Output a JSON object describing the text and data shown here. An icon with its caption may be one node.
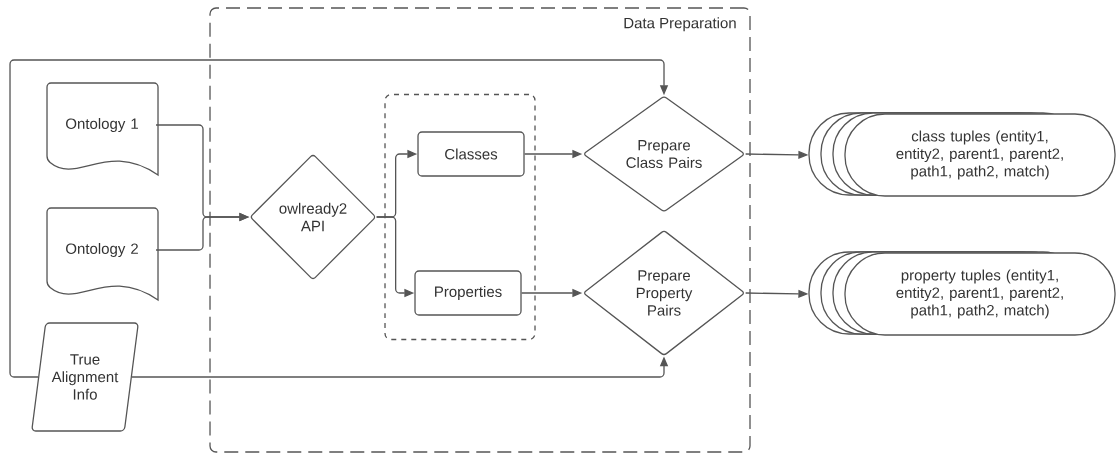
{
  "diagram": {
    "nodes": [
      {
        "text": [
          "Data Preparation"
        ]
      },
      {
        "text": [
          "Ontology 1"
        ]
      },
      {
        "text": [
          "Ontology 2"
        ]
      },
      {
        "text": [
          "True Alignment Info"
        ]
      },
      {
        "text": [
          "owlready2 API"
        ],
        "in": 0
      },
      {
        "text": [],
        "shape": "box",
        "in": 0
      },
      {
        "text": [
          "Classes"
        ],
        "in": 5
      },
      {
        "text": [
          "Properties"
        ],
        "in": 5
      },
      {
        "text": [
          "Prepare Class Pairs"
        ],
        "in": 0
      },
      {
        "text": [
          "Prepare Property Pairs"
        ],
        "in": 0
      },
      {
        "text": [
          "class tuples (entity1, entity2, parent1, parent2, path1, path2, match)"
        ]
      },
      {
        "text": [
          "property tuples (entity1, entity2, parent1, parent2, path1, path2, match)"
        ]
      }
    ],
    "edges": [
      {
        "from": 1,
        "to": 4,
        "arrow": "to"
      },
      {
        "from": 2,
        "to": 4,
        "arrow": "to"
      },
      {
        "from": 4,
        "to": 6,
        "arrow": "to"
      },
      {
        "from": 4,
        "to": 7,
        "arrow": "to"
      },
      {
        "from": 6,
        "to": 8,
        "arrow": "to"
      },
      {
        "from": 7,
        "to": 9,
        "arrow": "to"
      },
      {
        "from": 3,
        "to": 8,
        "arrow": "to"
      },
      {
        "from": 3,
        "to": 9,
        "arrow": "to"
      },
      {
        "from": 8,
        "to": 10,
        "arrow": "to"
      },
      {
        "from": 9,
        "to": 11,
        "arrow": "to"
      }
    ]
  }
}
